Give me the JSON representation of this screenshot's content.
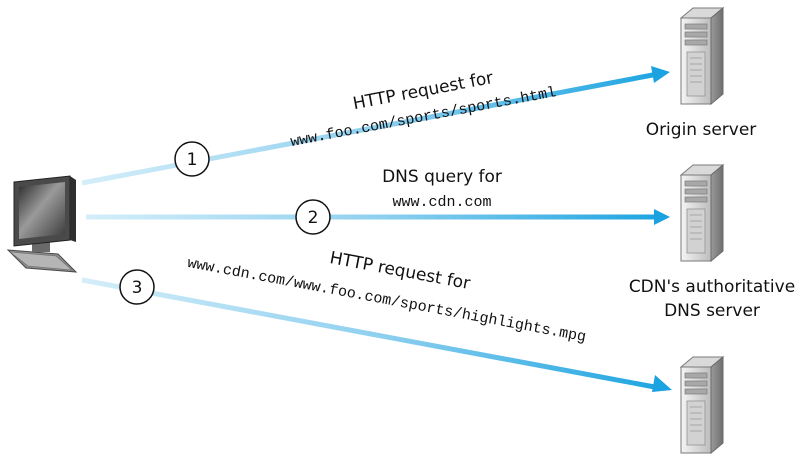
{
  "colors": {
    "arrow": "#1aa3e0",
    "arrow_faded": "#d4eef9",
    "step_circle_fill": "#ffffff",
    "step_circle_stroke": "#111111"
  },
  "client": {
    "icon": "desktop-computer-icon"
  },
  "servers": {
    "origin": {
      "icon": "tower-server-icon",
      "label": "Origin server"
    },
    "cdn_dns": {
      "icon": "tower-server-icon",
      "label_line1": "CDN's authoritative",
      "label_line2": "DNS server"
    },
    "cdn_content": {
      "icon": "tower-server-icon"
    }
  },
  "steps": [
    {
      "number": "1",
      "title": "HTTP request for",
      "target": "www.foo.com/sports/sports.html"
    },
    {
      "number": "2",
      "title": "DNS query for",
      "target": "www.cdn.com"
    },
    {
      "number": "3",
      "title": "HTTP request for",
      "target": "www.cdn.com/www.foo.com/sports/highlights.mpg"
    }
  ]
}
